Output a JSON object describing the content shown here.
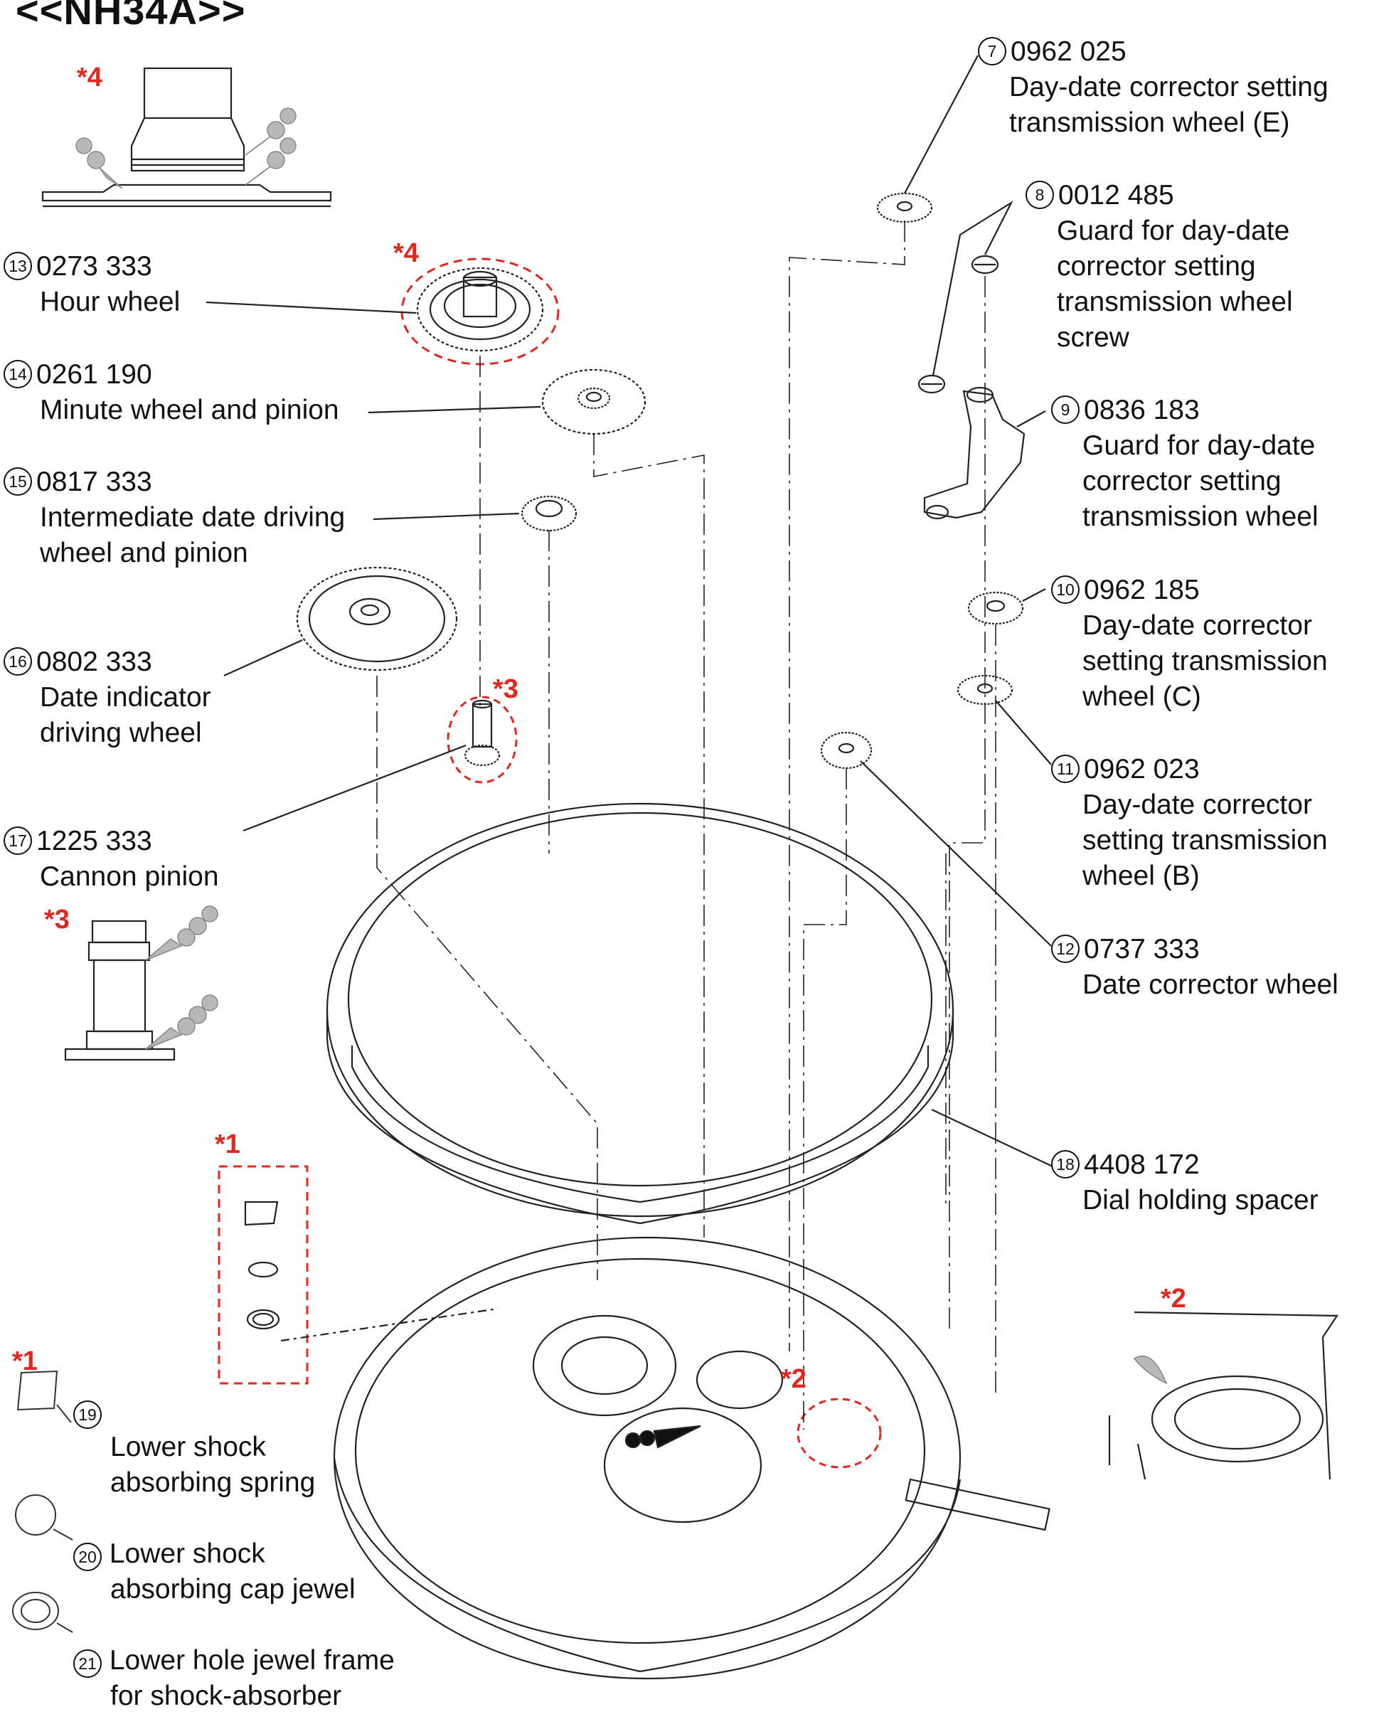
{
  "title": "<<NH34A>>",
  "callouts": [
    {
      "num": "7",
      "code": "0962 025",
      "desc": [
        "Day-date corrector setting",
        "transmission wheel (E)"
      ]
    },
    {
      "num": "8",
      "code": "0012 485",
      "desc": [
        "Guard for day-date",
        "corrector setting",
        "transmission wheel",
        "screw"
      ]
    },
    {
      "num": "9",
      "code": "0836 183",
      "desc": [
        "Guard for day-date",
        "corrector setting",
        "transmission wheel"
      ]
    },
    {
      "num": "10",
      "code": "0962 185",
      "desc": [
        "Day-date corrector",
        "setting transmission",
        "wheel (C)"
      ]
    },
    {
      "num": "11",
      "code": "0962 023",
      "desc": [
        "Day-date corrector",
        "setting transmission",
        "wheel (B)"
      ]
    },
    {
      "num": "12",
      "code": "0737 333",
      "desc": [
        "Date corrector wheel"
      ]
    },
    {
      "num": "13",
      "code": "0273 333",
      "desc": [
        "Hour wheel"
      ]
    },
    {
      "num": "14",
      "code": "0261 190",
      "desc": [
        "Minute wheel and pinion"
      ]
    },
    {
      "num": "15",
      "code": "0817 333",
      "desc": [
        "Intermediate date driving",
        "wheel and pinion"
      ]
    },
    {
      "num": "16",
      "code": "0802 333",
      "desc": [
        "Date indicator",
        "driving wheel"
      ]
    },
    {
      "num": "17",
      "code": "1225 333",
      "desc": [
        "Cannon pinion"
      ]
    },
    {
      "num": "18",
      "code": "4408 172",
      "desc": [
        "Dial holding spacer"
      ]
    }
  ],
  "shock_parts": [
    {
      "num": "19",
      "desc": [
        "Lower shock",
        "absorbing spring"
      ]
    },
    {
      "num": "20",
      "desc": [
        "Lower shock",
        "absorbing cap jewel"
      ]
    },
    {
      "num": "21",
      "desc": [
        "Lower hole jewel frame",
        "for shock-absorber"
      ]
    }
  ],
  "stars": [
    "*4",
    "*4",
    "*3",
    "*3",
    "*1",
    "*1",
    "*2",
    "*2"
  ],
  "colors": {
    "accent": "#e0281e",
    "line": "#111111",
    "oil": "#b0b0b0"
  }
}
